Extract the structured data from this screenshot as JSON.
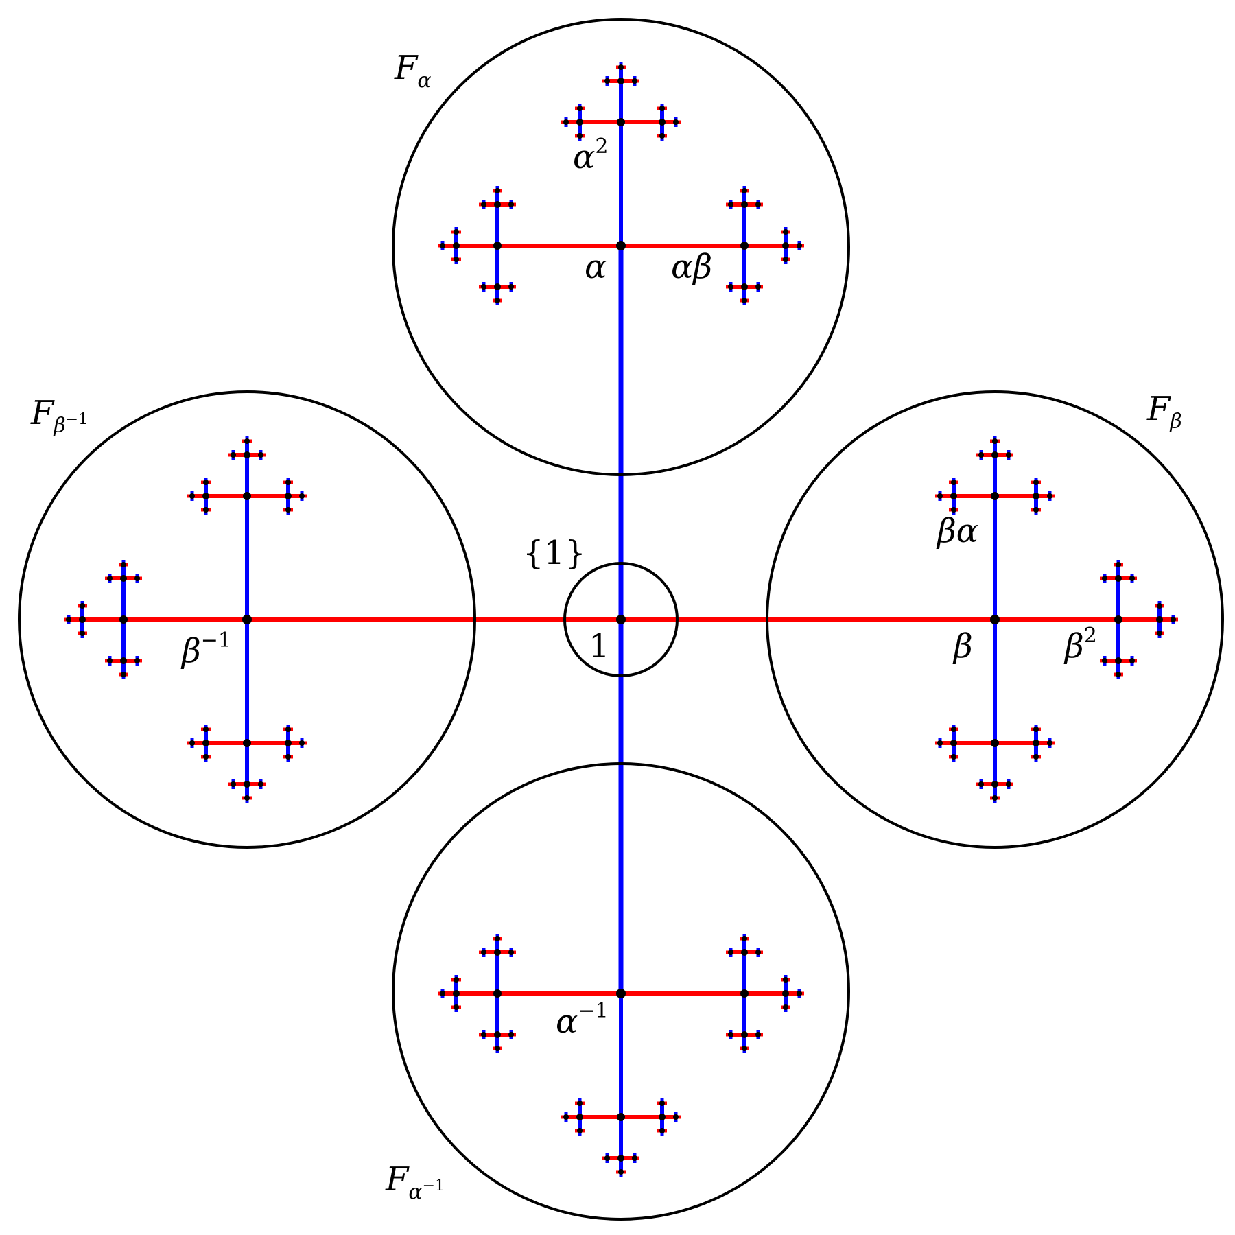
{
  "colors": {
    "alpha_edge": "#0000ff",
    "beta_edge": "#ff0000",
    "vertex": "#000000",
    "circle": "#000000",
    "background": "#ffffff"
  },
  "regions": {
    "f_alpha": {
      "base": "F",
      "sub": "α",
      "sub_sup": ""
    },
    "f_beta": {
      "base": "F",
      "sub": "β",
      "sub_sup": ""
    },
    "f_beta_inv": {
      "base": "F",
      "sub": "β",
      "sub_sup": "−1"
    },
    "f_alpha_inv": {
      "base": "F",
      "sub": "α",
      "sub_sup": "−1"
    },
    "identity_set": "{1}"
  },
  "vertices": {
    "identity": "1",
    "alpha": "α",
    "alpha_sq": {
      "base": "α",
      "sup": "2"
    },
    "alpha_beta": "αβ",
    "beta": "β",
    "beta_sq": {
      "base": "β",
      "sup": "2"
    },
    "beta_alpha": "βα",
    "beta_inv": {
      "base": "β",
      "sup": "−1"
    },
    "alpha_inv": {
      "base": "α",
      "sup": "−1"
    }
  }
}
